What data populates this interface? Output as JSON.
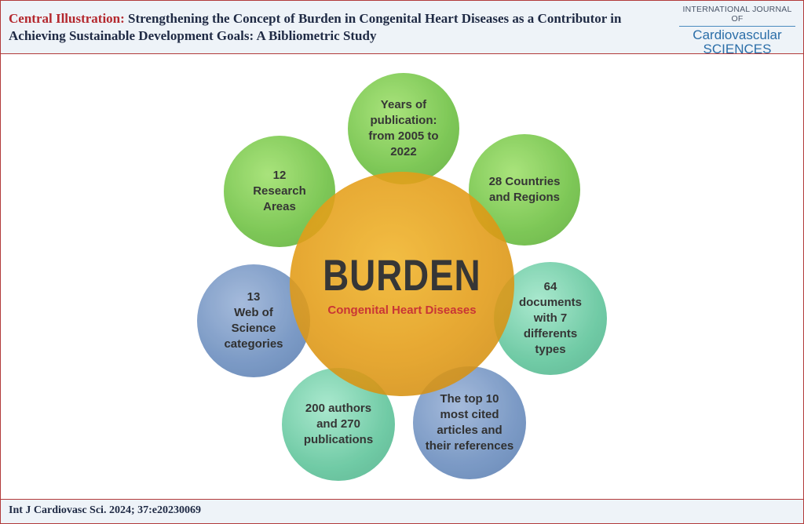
{
  "header": {
    "title_lead": "Central Illustration:",
    "title_rest": " Strengthening the Concept of Burden in Congenital Heart Diseases as a Contributor in Achieving Sustainable Development Goals: A Bibliometric Study",
    "journal_top": "INTERNATIONAL JOURNAL OF",
    "journal_name1": "Cardiovascular",
    "journal_name2": "SCIENCES"
  },
  "diagram": {
    "center_title": "BURDEN",
    "center_subtitle": "Congenital Heart Diseases",
    "nodes": {
      "years": "Years of\npublication:\nfrom 2005 to\n2022",
      "countries": "28 Countries\nand Regions",
      "documents": "64\ndocuments\nwith 7\ndifferents\ntypes",
      "top_cited": "The top 10\nmost cited\narticles and\ntheir references",
      "authors": "200 authors\nand 270\npublications",
      "wos": "13\nWeb of\nScience\ncategories",
      "research": "12\nResearch\nAreas"
    },
    "colors": {
      "green": "#6cc040",
      "teal": "#5ec49a",
      "blue": "#6d8fbf",
      "center": "#e29b16",
      "subtitle": "#c21a1a"
    }
  },
  "footer": {
    "citation": "Int J Cardiovasc Sci. 2024; 37:e20230069"
  }
}
